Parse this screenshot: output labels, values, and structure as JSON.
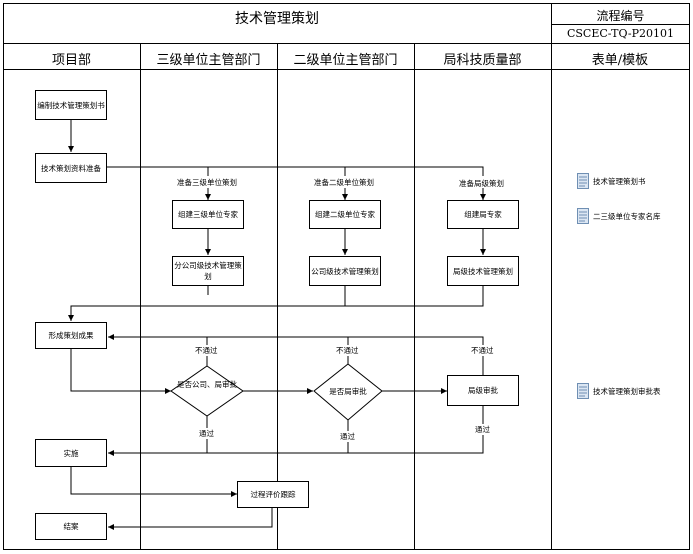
{
  "title": "技术管理策划",
  "process_no_label": "流程编号",
  "process_no": "CSCEC-TQ-P20101",
  "lanes": [
    "项目部",
    "三级单位主管部门",
    "二级单位主管部门",
    "局科技质量部",
    "表单/模板"
  ],
  "boxes": {
    "compile": "编制技术管理策划书",
    "prepare": "技术策划资料准备",
    "org3": "组建三级单位专家",
    "org2": "组建二级单位专家",
    "orgb": "组建局专家",
    "plan3": "分公司级技术管理策划",
    "plan2": "公司级技术管理策划",
    "planb": "局级技术管理策划",
    "result": "形成策划成果",
    "approveb": "局级审批",
    "implement": "实施",
    "track": "过程评价跟踪",
    "close": "结案"
  },
  "decisions": {
    "d3": "是否公司、局审批",
    "d2": "是否局审批"
  },
  "labels": {
    "prep3": "准备三级单位策划",
    "prep2": "准备二级单位策划",
    "prepb": "准备局级策划",
    "fail": "不通过",
    "pass": "通过"
  },
  "forms": [
    "技术管理策划书",
    "二三级单位专家名库",
    "技术管理策划审批表"
  ],
  "icons": [
    "document-icon",
    "document-icon",
    "document-icon"
  ]
}
